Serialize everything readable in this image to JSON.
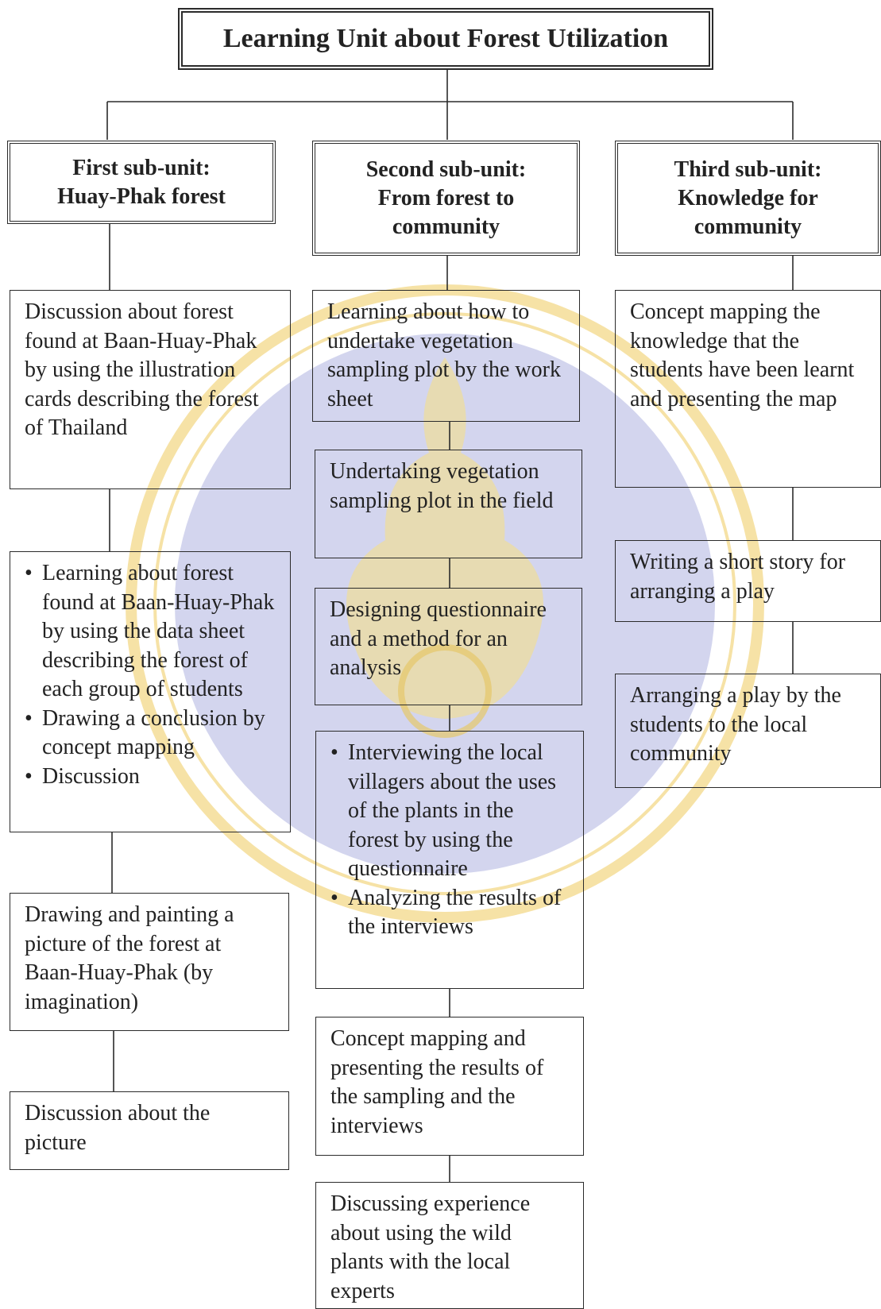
{
  "title": "Learning Unit about Forest Utilization",
  "columns": [
    {
      "heading_line1": "First sub-unit:",
      "heading_line2": "Huay-Phak forest",
      "steps": [
        {
          "text": "Discussion about forest found at Baan-Huay-Phak by using the illustration cards describing the forest of Thailand"
        },
        {
          "bullets": [
            "Learning about forest found at Baan-Huay-Phak by using the data sheet describing the forest of each group of students",
            "Drawing a conclusion by concept mapping",
            "Discussion"
          ]
        },
        {
          "text": "Drawing and painting a picture of the forest at Baan-Huay-Phak (by imagination)"
        },
        {
          "text": "Discussion about the picture"
        }
      ]
    },
    {
      "heading_line1": "Second sub-unit:",
      "heading_line2": "From forest to community",
      "steps": [
        {
          "text": "Learning about how to undertake vegetation sampling plot by the work sheet"
        },
        {
          "text": "Undertaking vegetation sampling plot in the field"
        },
        {
          "text": "Designing questionnaire and a method for an analysis"
        },
        {
          "bullets": [
            "Interviewing the local villagers about the uses of the plants in the forest by using the questionnaire",
            "Analyzing the results of the interviews"
          ]
        },
        {
          "text": "Concept mapping and presenting the results of the sampling and the interviews"
        },
        {
          "text": "Discussing experience about using the wild plants with the local experts"
        }
      ]
    },
    {
      "heading_line1": "Third sub-unit:",
      "heading_line2": "Knowledge for community",
      "steps": [
        {
          "text": "Concept mapping the knowledge that the students have been learnt and presenting the map"
        },
        {
          "text": "Writing a short story for arranging a play"
        },
        {
          "text": "Arranging a play by the students to the local community"
        }
      ]
    }
  ],
  "colors": {
    "line": "#2b2b2b",
    "watermark_blue": "#c9cbe8",
    "watermark_gold": "#f3d98a"
  }
}
